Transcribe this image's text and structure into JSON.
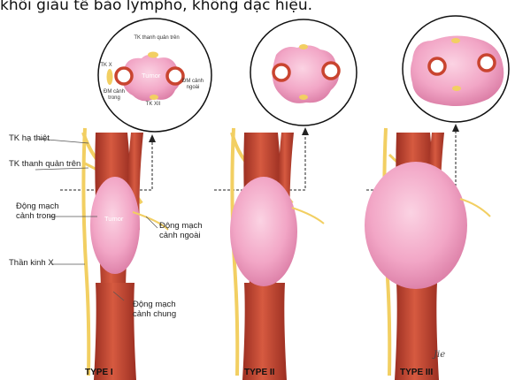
{
  "heading": "khối giàu tế bào lympho, không đặc hiệu.",
  "inset_labels": {
    "nerve_sup_laryngeal": "TK thanh quản trên",
    "nerve_x": "TK X",
    "tumor": "Tumor",
    "internal_carotid": "ĐM cảnh trong",
    "external_carotid": "ĐM cảnh ngoài",
    "nerve_xii": "TK XII"
  },
  "side_labels": {
    "hypoglossal": "TK hạ thiệt",
    "sup_laryngeal": "TK thanh quản trên",
    "internal_carotid": "Động mạch cảnh trong",
    "tumor": "Tumor",
    "vagus": "Thần kinh X",
    "external_carotid": "Động mạch cảnh ngoài",
    "common_carotid": "Động mạch cảnh chung"
  },
  "types": [
    "TYPE I",
    "TYPE II",
    "TYPE III"
  ],
  "signature": "Jie",
  "colors": {
    "artery": "#c9442f",
    "artery_dark": "#9c2f22",
    "nerve": "#f2cf62",
    "tumor": "#f2a6c6",
    "tumor_dark": "#e07fa8",
    "bg": "#ffffff"
  }
}
